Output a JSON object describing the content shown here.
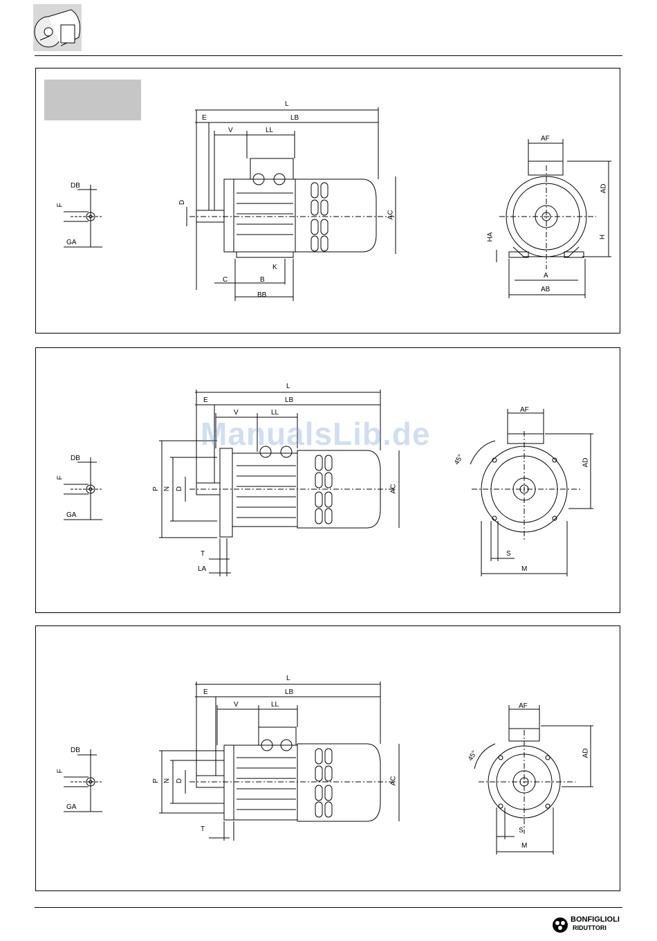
{
  "labels": {
    "L": "L",
    "LB": "LB",
    "E": "E",
    "V": "V",
    "LL": "LL",
    "D": "D",
    "AC": "AC",
    "C": "C",
    "B": "B",
    "BB": "BB",
    "K": "K",
    "AF": "AF",
    "AD": "AD",
    "HA": "HA",
    "H": "H",
    "A": "A",
    "AB": "AB",
    "DB": "DB",
    "F": "F",
    "GA": "GA",
    "P": "P",
    "N": "N",
    "T": "T",
    "LA": "LA",
    "S": "S",
    "M": "M",
    "angle": "45°"
  },
  "watermark": "ManualsLib.de",
  "brand": {
    "name": "BONFIGLIOLI",
    "sub": "RIDUTTORI"
  }
}
